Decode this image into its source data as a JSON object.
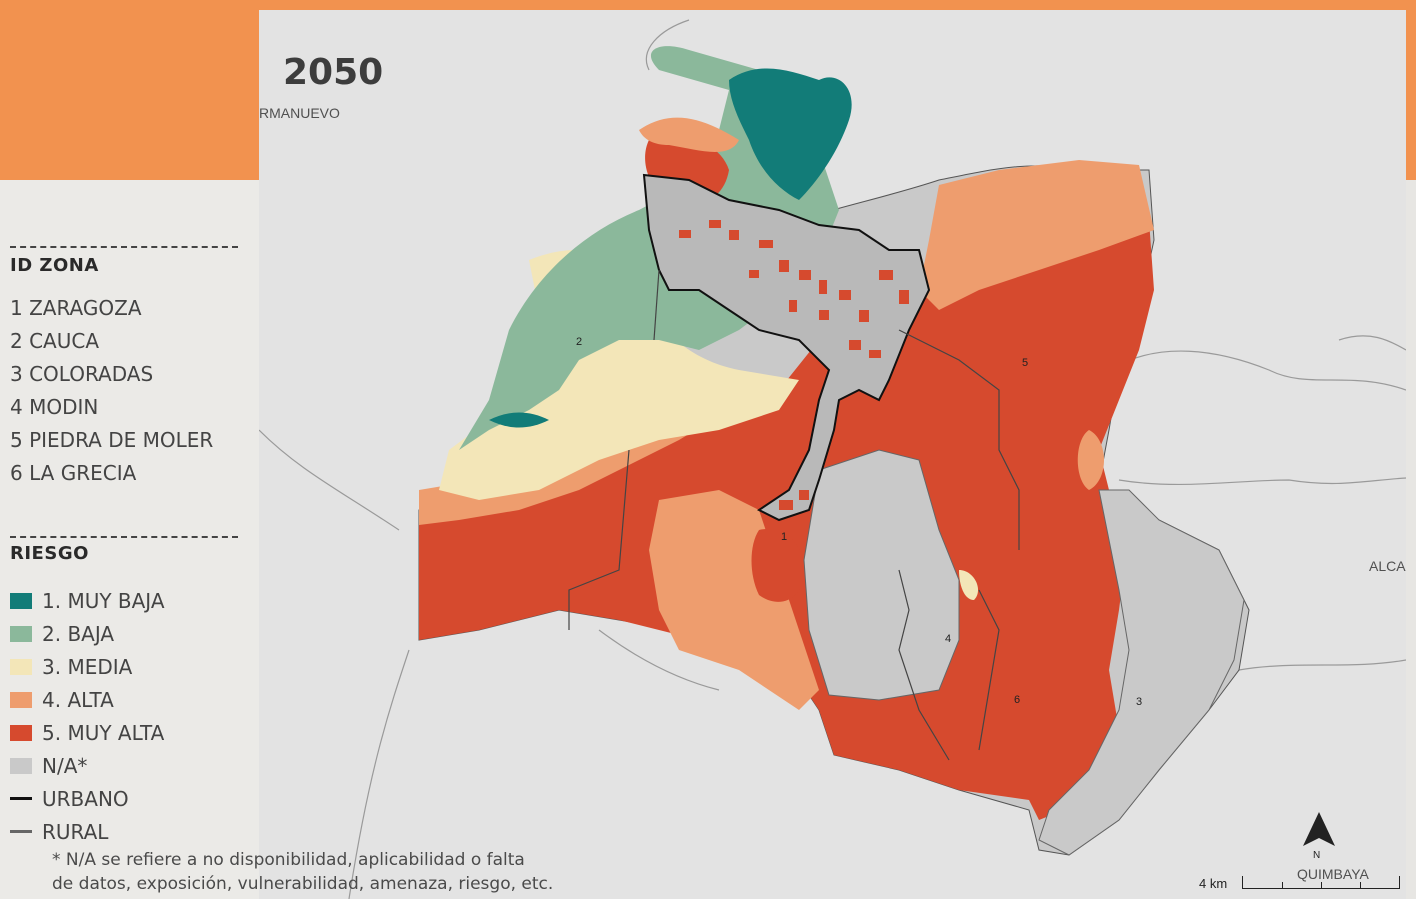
{
  "map": {
    "year": "2050",
    "place_labels": {
      "top_left": "RMANUEVO",
      "right": "ALCA",
      "bottom_right": "QUIMBAYA"
    },
    "zone_numbers": [
      "1",
      "2",
      "3",
      "4",
      "5",
      "6"
    ],
    "scale_label": "4 km",
    "north_label": "N"
  },
  "legend": {
    "zone_title": "ID ZONA",
    "zones": [
      "1 ZARAGOZA",
      "2 CAUCA",
      "3 COLORADAS",
      "4 MODIN",
      "5 PIEDRA DE MOLER",
      "6 LA GRECIA"
    ],
    "risk_title": "RIESGO",
    "risk_items": [
      {
        "label": "1. MUY BAJA",
        "color": "#127c78"
      },
      {
        "label": "2. BAJA",
        "color": "#8bb89b"
      },
      {
        "label": "3. MEDIA",
        "color": "#f3e6b8"
      },
      {
        "label": "4. ALTA",
        "color": "#ee9d6e"
      },
      {
        "label": "5. MUY ALTA",
        "color": "#d64a2e"
      },
      {
        "label": "N/A*",
        "color": "#c9c9c9"
      }
    ],
    "line_items": [
      {
        "label": "URBANO",
        "color": "#111111"
      },
      {
        "label": "RURAL",
        "color": "#666666"
      }
    ]
  },
  "footnote": {
    "line1": "* N/A se refiere a no disponibilidad, aplicabilidad o falta",
    "line2": "de datos, exposición, vulnerabilidad, amenaza, riesgo, etc."
  }
}
